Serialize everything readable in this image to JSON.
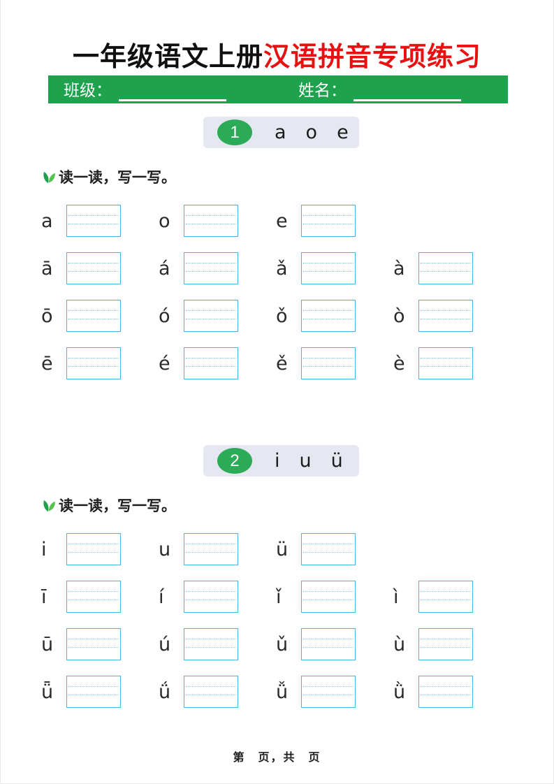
{
  "header": {
    "title_black": "一年级语文上册",
    "title_red": "汉语拼音专项练习"
  },
  "info_bar": {
    "class_label": "班级：",
    "name_label": "姓名："
  },
  "instruction": {
    "text": "读一读，写一写。"
  },
  "sections": [
    {
      "number": "1",
      "letters": [
        "a",
        "o",
        "e"
      ],
      "rows": [
        [
          "a",
          "o",
          "e"
        ],
        [
          "ā",
          "á",
          "ǎ",
          "à"
        ],
        [
          "ō",
          "ó",
          "ǒ",
          "ò"
        ],
        [
          "ē",
          "é",
          "ě",
          "è"
        ]
      ]
    },
    {
      "number": "2",
      "letters": [
        "i",
        "u",
        "ü"
      ],
      "rows": [
        [
          "i",
          "u",
          "ü"
        ],
        [
          "ī",
          "í",
          "ǐ",
          "ì"
        ],
        [
          "ū",
          "ú",
          "ǔ",
          "ù"
        ],
        [
          "ǖ",
          "ǘ",
          "ǚ",
          "ǜ"
        ]
      ]
    }
  ],
  "footer": {
    "text": "第　页，共　页"
  },
  "colors": {
    "accent_green": "#1ea24e",
    "badge_green": "#2baa58",
    "title_red": "#e81111",
    "box_border_blue": "#4ab4e6",
    "guide_line_blue": "#7ac7ec",
    "section_header_bg": "#e6e8f1"
  },
  "icons": {
    "leaf": "sprout-leaf-icon"
  }
}
